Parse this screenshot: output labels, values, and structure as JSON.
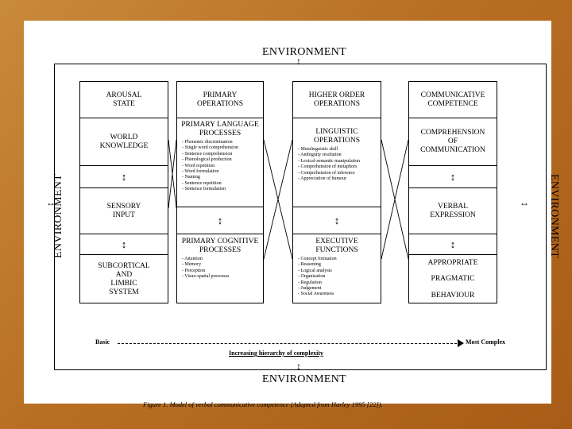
{
  "environment": {
    "top": "ENVIRONMENT",
    "bottom": "ENVIRONMENT",
    "left": "ENVIRONMENT",
    "right": "ENVIRONMENT"
  },
  "columns": [
    {
      "header": [
        "AROUSAL",
        "STATE"
      ],
      "cells": [
        [
          "WORLD",
          "KNOWLEDGE"
        ],
        [
          "SENSORY",
          "INPUT"
        ],
        [
          "SUBCORTICAL",
          "AND",
          "LIMBIC",
          "SYSTEM"
        ]
      ]
    },
    {
      "header": [
        "PRIMARY",
        "OPERATIONS"
      ],
      "lang_title": [
        "PRIMARY LANGUAGE",
        "PROCESSES"
      ],
      "lang_items": [
        "Phonemic discrimination",
        "Single word comprehension",
        "Sentence comprehension",
        "Phonological production",
        "Word repetition",
        "Word formulation",
        "Naming",
        "Sentence repetition",
        "Sentence formulation"
      ],
      "cog_title": [
        "PRIMARY COGNITIVE",
        "PROCESSES"
      ],
      "cog_items": [
        "Attention",
        "Memory",
        "Perception",
        "Visuo-spatial processes"
      ]
    },
    {
      "header": [
        "HIGHER ORDER",
        "OPERATIONS"
      ],
      "ling_title": [
        "LINGUISTIC",
        "OPERATIONS"
      ],
      "ling_items": [
        "Metalinguistic skill",
        "Ambiguity resolution",
        "Lexical-semantic manipulation",
        "Comprehension of metaphors",
        "Comprehension of inference",
        "Appreciation of humour"
      ],
      "exec_title": [
        "EXECUTIVE",
        "FUNCTIONS"
      ],
      "exec_items": [
        "Concept formation",
        "Reasoning",
        "Logical analysis",
        "Organisation",
        "Regulation",
        "Judgement",
        "Social Awareness"
      ]
    },
    {
      "header": [
        "COMMUNICATIVE",
        "COMPETENCE"
      ],
      "cells": [
        [
          "COMPREHENSION",
          "OF",
          "COMMUNICATION"
        ],
        [
          "VERBAL",
          "EXPRESSION"
        ],
        [
          "APPROPRIATE",
          "PRAGMATIC",
          "BEHAVIOUR"
        ]
      ]
    }
  ],
  "axis": {
    "left": "Basic",
    "right": "Most Complex",
    "caption": "Increasing hierarchy of complexity"
  },
  "figure_caption": "Figure 1.   Model of verbal communicative competence (Adapted from Harley 1995 [22])."
}
